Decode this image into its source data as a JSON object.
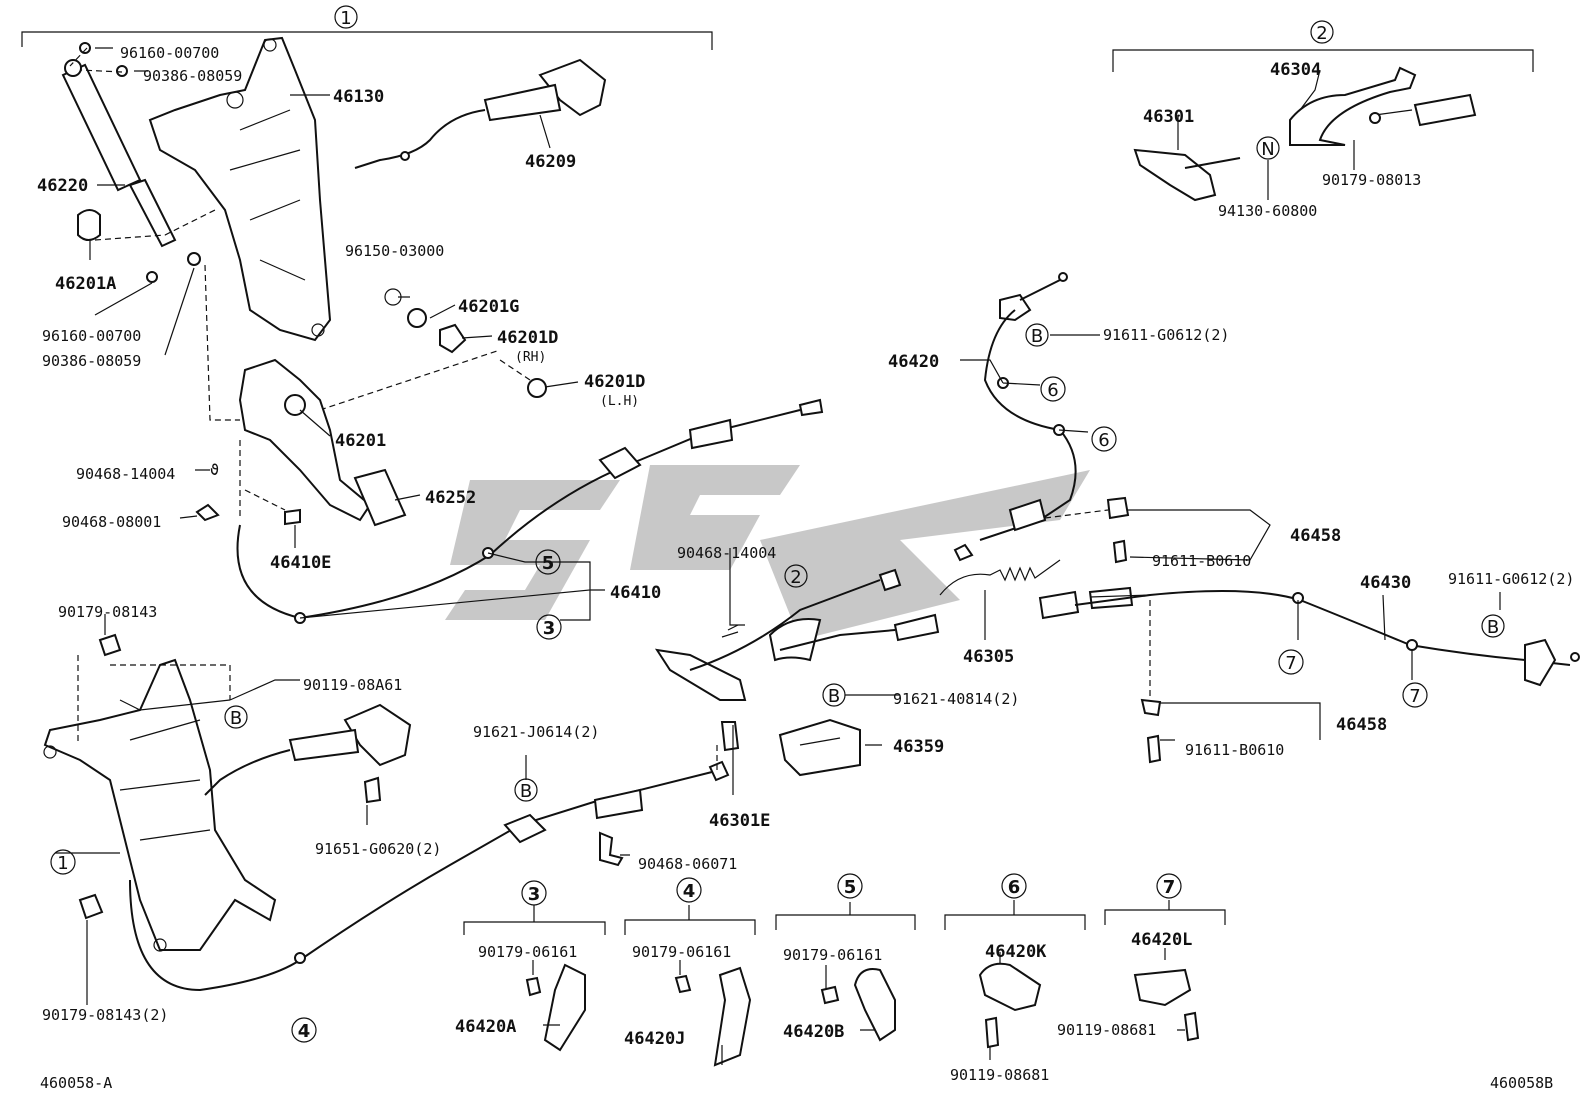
{
  "labels": {
    "p96160_00700_a": "96160-00700",
    "p90386_08059_a": "90386-08059",
    "p46130": "46130",
    "p46220": "46220",
    "p46209": "46209",
    "p46201A": "46201A",
    "p96160_00700_b": "96160-00700",
    "p90386_08059_b": "90386-08059",
    "p96150_03000": "96150-03000",
    "p46201G": "46201G",
    "p46201D_rh": "46201D",
    "rh": "(RH)",
    "p46201D_lh": "46201D",
    "lh": "(L.H)",
    "p46201": "46201",
    "p90468_14004_a": "90468-14004",
    "p90468_08001": "90468-08001",
    "p46252": "46252",
    "p46410E": "46410E",
    "p46410": "46410",
    "p90179_08143_a": "90179-08143",
    "p90119_08A61": "90119-08A61",
    "p91651_G0620": "91651-G0620(2)",
    "p90179_08143_b": "90179-08143(2)",
    "p46304": "46304",
    "p46301": "46301",
    "p90179_08013": "90179-08013",
    "p94130_60800": "94130-60800",
    "p91611_G0612_a": "91611-G0612(2)",
    "p46420": "46420",
    "p46458_a": "46458",
    "p91611_B0610_a": "91611-B0610",
    "p90468_14004_b": "90468-14004",
    "p46305": "46305",
    "p46430": "46430",
    "p91611_G0612_b": "91611-G0612(2)",
    "p46458_b": "46458",
    "p91611_B0610_b": "91611-B0610",
    "p91621_40814": "91621-40814(2)",
    "p46359": "46359",
    "p91621_J0614": "91621-J0614(2)",
    "p46301E": "46301E",
    "p90468_06071": "90468-06071",
    "g3_90179_06161": "90179-06161",
    "g3_46420A": "46420A",
    "g4_90179_06161": "90179-06161",
    "g4_46420J": "46420J",
    "g5_90179_06161": "90179-06161",
    "g5_46420B": "46420B",
    "g6_46420K": "46420K",
    "g6_90119_08681": "90119-08681",
    "g7_46420L": "46420L",
    "g7_90119_08681": "90119-08681",
    "code_left": "460058-A",
    "code_right": "460058B"
  },
  "callouts": {
    "c1_top": "1",
    "c1_left": "1",
    "c2_top": "2",
    "c2_mid": "2",
    "c3": "3",
    "c4": "4",
    "c5": "5",
    "c6a": "6",
    "c6b": "6",
    "c7a": "7",
    "c7b": "7",
    "g3": "3",
    "g4": "4",
    "g5": "5",
    "g6": "6",
    "g7": "7",
    "B1": "B",
    "B2": "B",
    "B3": "B",
    "B4": "B",
    "B5": "B",
    "N1": "N"
  }
}
